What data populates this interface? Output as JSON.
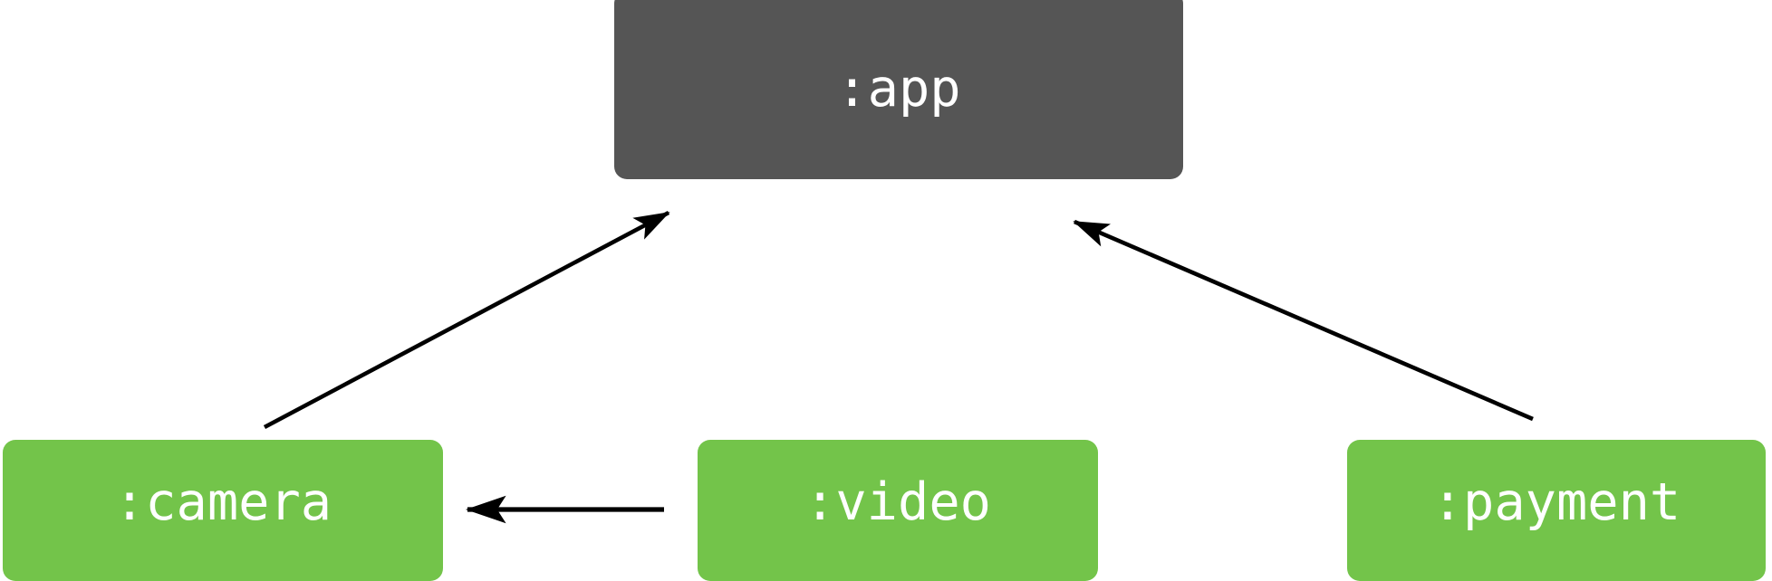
{
  "diagram": {
    "type": "module-dependency-graph",
    "background_color": "#ffffff",
    "nodes": [
      {
        "id": "app",
        "label": ":app",
        "fill_color": "#555555",
        "text_color": "#ffffff",
        "role": "application-module"
      },
      {
        "id": "camera",
        "label": ":camera",
        "fill_color": "#73c44a",
        "text_color": "#ffffff",
        "role": "feature-module"
      },
      {
        "id": "video",
        "label": ":video",
        "fill_color": "#73c44a",
        "text_color": "#ffffff",
        "role": "feature-module"
      },
      {
        "id": "payment",
        "label": ":payment",
        "fill_color": "#73c44a",
        "text_color": "#ffffff",
        "role": "feature-module"
      }
    ],
    "edges": [
      {
        "id": "camera-to-app",
        "from": "camera",
        "to": "app",
        "color": "#000000",
        "style": "solid",
        "arrowhead": "filled-triangle"
      },
      {
        "id": "payment-to-app",
        "from": "payment",
        "to": "app",
        "color": "#000000",
        "style": "solid",
        "arrowhead": "filled-triangle"
      },
      {
        "id": "video-to-camera",
        "from": "video",
        "to": "camera",
        "color": "#000000",
        "style": "solid",
        "arrowhead": "filled-triangle"
      }
    ]
  }
}
